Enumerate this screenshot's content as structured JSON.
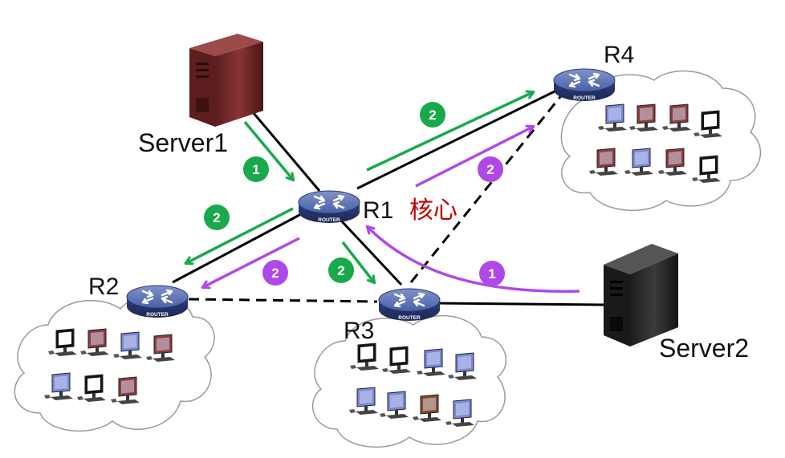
{
  "labels": {
    "server1": "Server1",
    "server2": "Server2",
    "r1": "R1",
    "r1_role": "核心",
    "r2": "R2",
    "r3": "R3",
    "r4": "R4"
  },
  "router_caption": "ROUTER",
  "badges": {
    "s1_to_r1": "1",
    "r1_to_r4_green": "2",
    "r1_to_r2_green": "2",
    "r1_to_r3_green": "2",
    "s2_to_r1": "1",
    "r1_to_r4_purple": "2",
    "r1_to_r2_purple": "2"
  },
  "colors": {
    "green": "#18a94a",
    "purple": "#b048e8",
    "core_label": "#c00000",
    "link": "#000000"
  }
}
